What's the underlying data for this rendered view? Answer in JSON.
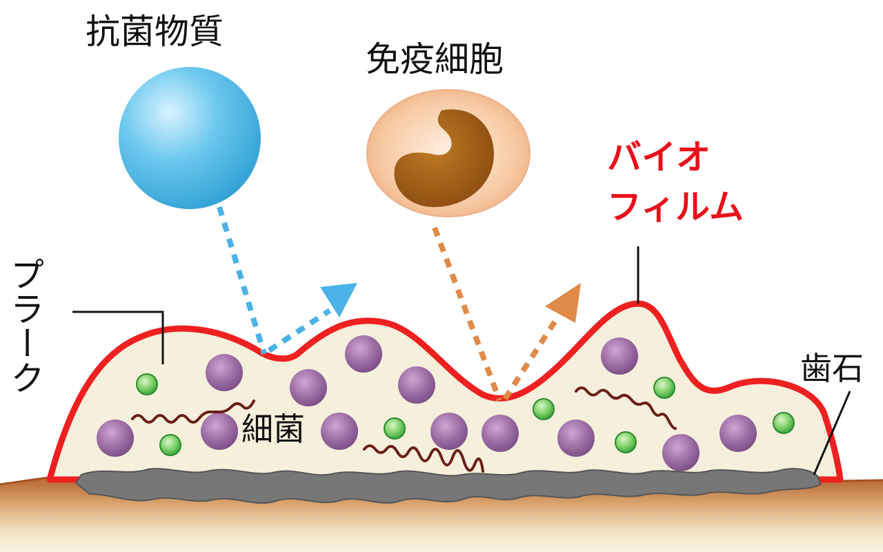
{
  "labels": {
    "antibiotic": "抗菌物質",
    "immune_cell": "免疫細胞",
    "biofilm_line1": "バイオ",
    "biofilm_line2": "フィルム",
    "plaque": "プラーク",
    "bacteria": "細菌",
    "tartar": "歯石"
  },
  "colors": {
    "biofilm_outline": "#ee2020",
    "biofilm_label": "#e8101a",
    "plaque_fill": "#f5efdc",
    "antibiotic_arrow": "#4ab2e6",
    "immune_arrow": "#e08a48",
    "purple_bacteria": "#8e5a96",
    "green_bacteria": "#3fb043",
    "rod_bacteria": "#6a1f14",
    "tartar": "#6e6e6e",
    "tooth_surface": "#b86a34"
  },
  "icons": {
    "antibiotic": "blue-sphere-icon",
    "immune_cell": "immune-cell-icon"
  }
}
